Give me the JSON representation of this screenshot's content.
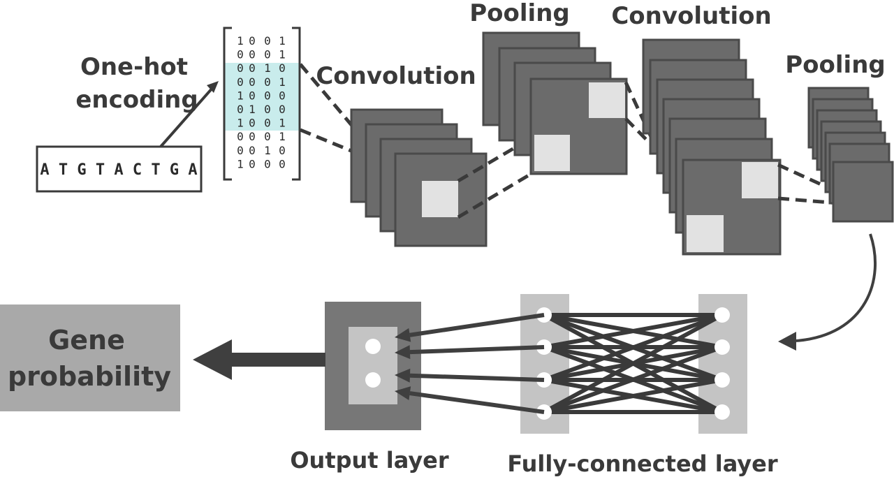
{
  "sequence": "ATGTACTGA",
  "labels": {
    "one_hot_line1": "One-hot",
    "one_hot_line2": "encoding",
    "convolution_1": "Convolution",
    "pooling_1": "Pooling",
    "convolution_2": "Convolution",
    "pooling_2": "Pooling",
    "gene_line1": "Gene",
    "gene_line2": "probability",
    "output_layer": "Output layer",
    "fully_connected": "Fully-connected layer"
  },
  "one_hot_matrix": [
    [
      1,
      0,
      0,
      1
    ],
    [
      0,
      0,
      0,
      1
    ],
    [
      0,
      0,
      1,
      0
    ],
    [
      0,
      0,
      0,
      1
    ],
    [
      1,
      0,
      0,
      0
    ],
    [
      0,
      1,
      0,
      0
    ],
    [
      1,
      0,
      0,
      1
    ],
    [
      0,
      0,
      0,
      1
    ],
    [
      0,
      0,
      1,
      0
    ],
    [
      1,
      0,
      0,
      0
    ]
  ],
  "highlighted_rows": [
    2,
    3,
    4,
    5,
    6
  ],
  "colors": {
    "feature_map": "#6b6b6b",
    "feature_map_border": "#4a4a4a",
    "patch": "#e2e2e2",
    "highlight": "#c9ecec",
    "fc_column": "#c4c4c4",
    "output_box": "#777777",
    "output_inner": "#c4c4c4",
    "gene_box": "#a9a9a9",
    "arrow": "#3f3f3f",
    "text": "#3a3a3a"
  }
}
